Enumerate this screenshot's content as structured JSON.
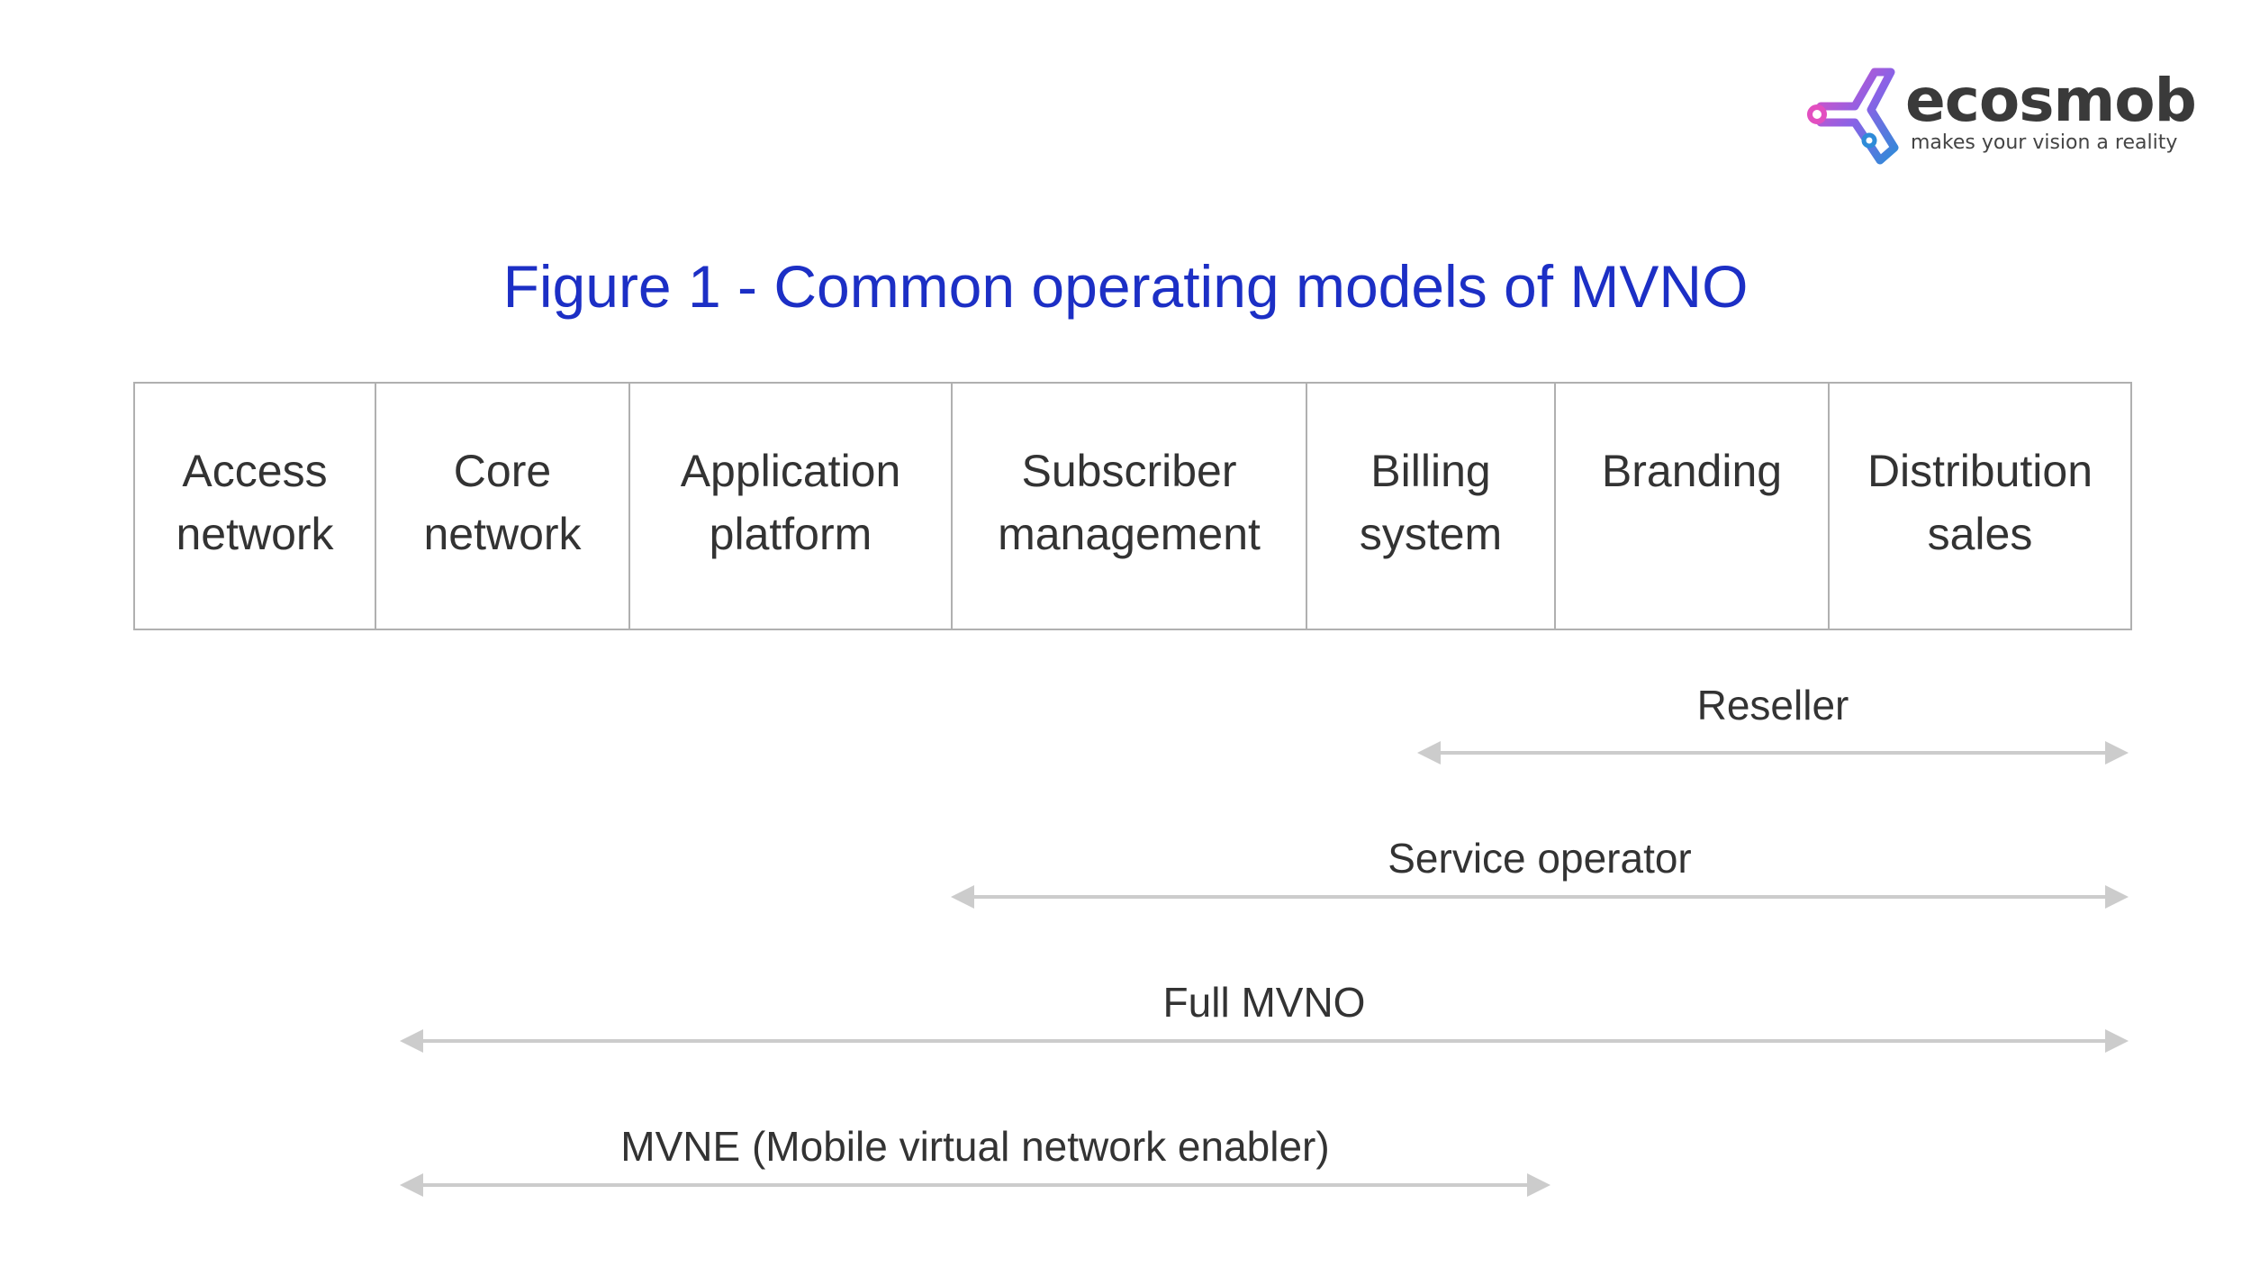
{
  "logo": {
    "name": "ecosmob",
    "tagline": "makes your vision a reality"
  },
  "title": "Figure 1 - Common operating models of MVNO",
  "colors": {
    "title": "#1c2fc5",
    "text": "#333333",
    "border": "#b0b0b0",
    "arrow": "#cccccc"
  },
  "layers": [
    "Access\nnetwork",
    "Core\nnetwork",
    "Application\nplatform",
    "Subscriber\nmanagement",
    "Billing\nsystem",
    "Branding",
    "Distribution\nsales"
  ],
  "models": [
    {
      "label": "Reseller",
      "from": "Billing\nsystem",
      "to": "Distribution\nsales"
    },
    {
      "label": "Service operator",
      "from": "Subscriber\nmanagement",
      "to": "Distribution\nsales"
    },
    {
      "label": "Full MVNO",
      "from": "Core\nnetwork",
      "to": "Distribution\nsales"
    },
    {
      "label": "MVNE (Mobile virtual network enabler)",
      "from": "Core\nnetwork",
      "to": "Billing\nsystem"
    }
  ]
}
